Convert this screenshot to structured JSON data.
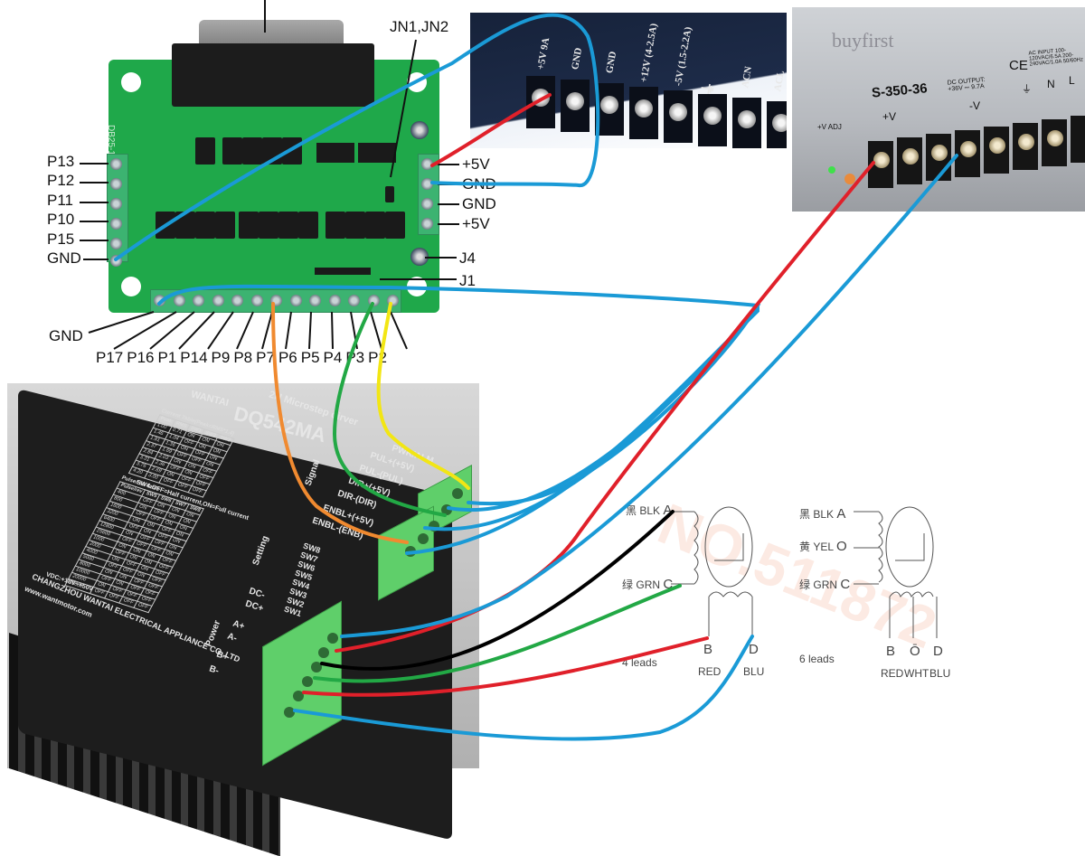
{
  "breakout_board": {
    "silkscreen": "DB25-1205",
    "left_terminals": [
      "P13",
      "P12",
      "P11",
      "P10",
      "P15",
      "GND"
    ],
    "right_terminals": [
      "+5V",
      "GND",
      "GND",
      "+5V"
    ],
    "jumper_label": "JN1,JN2",
    "right_labels": [
      "J4",
      "J1"
    ],
    "bottom_gnd_label": "GND",
    "bottom_terminals": [
      "P17",
      "P16",
      "P1",
      "P14",
      "P9",
      "P8",
      "P7",
      "P6",
      "P5",
      "P4",
      "P3",
      "P2"
    ]
  },
  "psu_5v": {
    "terminals": [
      "+5V 9A",
      "GND",
      "GND",
      "+12V (4-2.5A)",
      "-5V (1.5-2.2A)",
      "⏚",
      "ACN",
      "ACL"
    ]
  },
  "psu_36v": {
    "watermark": "buyfirst",
    "model": "S-350-36",
    "dc_output": "DC OUTPUT: +36V ⎓ 9.7A",
    "ac_input": "AC INPUT 100-120VAC/6.5A 200-240VAC/1.0A 50/60Hz",
    "ce_mark": "CE",
    "adj_label": "+V ADJ",
    "terminal_groups": [
      "+V",
      "-V",
      "⏚",
      "N",
      "L"
    ]
  },
  "driver": {
    "brand": "WANTAI",
    "model": "DQ542MA",
    "subtitle": "2H Microstep dirver",
    "current_table_title": "Current Table(Peak=RMS*1.4)",
    "current_table_headers": [
      "Peak",
      "RMS",
      "SW1",
      "SW2",
      "SW3"
    ],
    "current_table_rows": [
      [
        "1.00",
        "0.71",
        "ON",
        "ON",
        "ON"
      ],
      [
        "1.46",
        "1.04",
        "OFF",
        "ON",
        "ON"
      ],
      [
        "1.91",
        "1.36",
        "ON",
        "OFF",
        "ON"
      ],
      [
        "2.37",
        "1.69",
        "OFF",
        "OFF",
        "ON"
      ],
      [
        "2.84",
        "2.03",
        "ON",
        "ON",
        "OFF"
      ],
      [
        "3.31",
        "2.36",
        "OFF",
        "ON",
        "OFF"
      ],
      [
        "3.76",
        "2.69",
        "ON",
        "OFF",
        "OFF"
      ],
      [
        "4.20",
        "3.00",
        "OFF",
        "OFF",
        "OFF"
      ]
    ],
    "sw4_note": "SW4:OFF=Half current,ON=Full current",
    "pulse_table_title": "Pulse/rev Table",
    "pulse_table_headers": [
      "Pulse/rev",
      "SW5",
      "SW6",
      "SW7",
      "SW8"
    ],
    "pulse_table_rows": [
      [
        "400",
        "OFF",
        "ON",
        "ON",
        "ON"
      ],
      [
        "800",
        "ON",
        "OFF",
        "ON",
        "ON"
      ],
      [
        "1600",
        "OFF",
        "OFF",
        "ON",
        "ON"
      ],
      [
        "3200",
        "ON",
        "ON",
        "OFF",
        "ON"
      ],
      [
        "6400",
        "OFF",
        "ON",
        "OFF",
        "ON"
      ],
      [
        "12800",
        "ON",
        "OFF",
        "OFF",
        "ON"
      ],
      [
        "25600",
        "OFF",
        "OFF",
        "OFF",
        "ON"
      ],
      [
        "1000",
        "ON",
        "ON",
        "ON",
        "OFF"
      ],
      [
        "2000",
        "OFF",
        "ON",
        "ON",
        "OFF"
      ],
      [
        "4000",
        "ON",
        "OFF",
        "ON",
        "OFF"
      ],
      [
        "5000",
        "OFF",
        "OFF",
        "ON",
        "OFF"
      ],
      [
        "8000",
        "ON",
        "ON",
        "OFF",
        "OFF"
      ],
      [
        "10000",
        "OFF",
        "ON",
        "OFF",
        "OFF"
      ],
      [
        "20000",
        "ON",
        "OFF",
        "OFF",
        "OFF"
      ],
      [
        "25000",
        "OFF",
        "OFF",
        "OFF",
        "OFF"
      ]
    ],
    "vdc": "VDC:+18V~+50V",
    "manufacturer": "CHANGZHOU WANTAI ELECTRICAL APPLIANCE CO.,LTD",
    "website": "www.wantmotor.com",
    "signal_group_label": "Signal",
    "signal_pins": [
      "PWR/ALM",
      "PUL+(+5V)",
      "PUL-(PUL)",
      "DIR+(+5V)",
      "DIR-(DIR)",
      "ENBL+(+5V)",
      "ENBL-(ENB)"
    ],
    "setting_group_label": "Setting",
    "switches": [
      "SW8",
      "SW7",
      "SW6",
      "SW5",
      "SW4",
      "SW3",
      "SW2",
      "SW1"
    ],
    "power_group_label": "Power",
    "power_pins": [
      "DC-",
      "DC+",
      "A+",
      "A-",
      "B+",
      "B-"
    ]
  },
  "motor_4_leads": {
    "title": "4 leads",
    "leads": [
      {
        "cn": "黑",
        "color": "BLK",
        "pin": "A"
      },
      {
        "cn": "绿",
        "color": "GRN",
        "pin": "C"
      },
      {
        "cn": "",
        "color": "RED",
        "pin": "B"
      },
      {
        "cn": "",
        "color": "BLU",
        "pin": "D"
      }
    ]
  },
  "motor_6_leads": {
    "title": "6 leads",
    "leads": [
      {
        "cn": "黑",
        "color": "BLK",
        "pin": "A"
      },
      {
        "cn": "黄",
        "color": "YEL",
        "pin": "O"
      },
      {
        "cn": "绿",
        "color": "GRN",
        "pin": "C"
      },
      {
        "cn": "",
        "color": "RED",
        "pin": "B"
      },
      {
        "cn": "",
        "color": "WHT",
        "pin": "Ō"
      },
      {
        "cn": "",
        "color": "BLU",
        "pin": "D"
      }
    ]
  },
  "motor_watermark": "NO.511872",
  "wire_colors": {
    "blue": "#1a9ad6",
    "red": "#e0202a",
    "black": "#000000",
    "green": "#22a845",
    "yellow": "#f2e614",
    "orange": "#f08a30"
  }
}
